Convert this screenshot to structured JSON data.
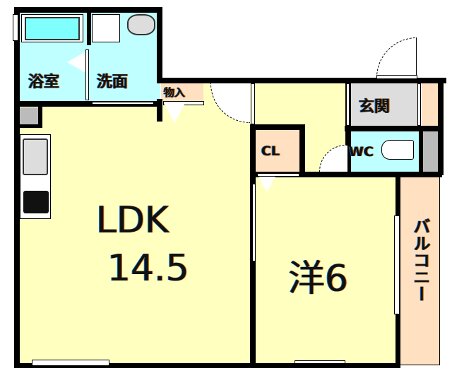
{
  "floorplan": {
    "colors": {
      "ldk": "#FFFFC0",
      "bath": "#BFFFFF",
      "tub": "#80FFFF",
      "storage": "#FFE0C0",
      "entrance": "#DDDDDD",
      "gray_block": "#BBBBBB",
      "wall": "#000000"
    },
    "rooms": {
      "ldk": {
        "label": "LDK",
        "size": "14.5"
      },
      "western": {
        "label": "洋6"
      },
      "bath": {
        "label": "浴室"
      },
      "washroom": {
        "label": "洗面"
      },
      "storage": {
        "label": "物入"
      },
      "closet": {
        "label": "CL"
      },
      "entrance": {
        "label": "玄関"
      },
      "toilet": {
        "label": "WC"
      },
      "balcony": {
        "label": "バルコニー"
      }
    }
  }
}
